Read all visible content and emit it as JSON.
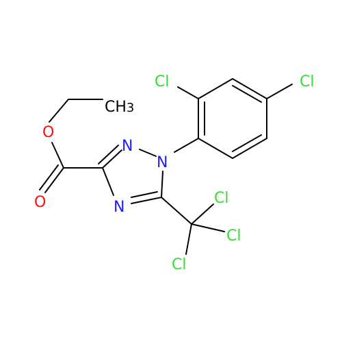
{
  "colors": {
    "background": "#ffffff",
    "bond": "#000000",
    "chlorine": "#33dd33",
    "oxygen": "#ff0d0d",
    "nitrogen": "#2020ee",
    "carbon": "#000000"
  },
  "atoms": {
    "cl_ring_ortho": "Cl",
    "cl_ring_para": "Cl",
    "methyl_main": "CH",
    "methyl_sub": "3",
    "o_ester": "O",
    "o_carbonyl": "O",
    "n_ring_2": "N",
    "n_ring_1": "N",
    "n_ring_4": "N",
    "cl_ccl3_a": "Cl",
    "cl_ccl3_b": "Cl",
    "cl_ccl3_c": "Cl"
  }
}
